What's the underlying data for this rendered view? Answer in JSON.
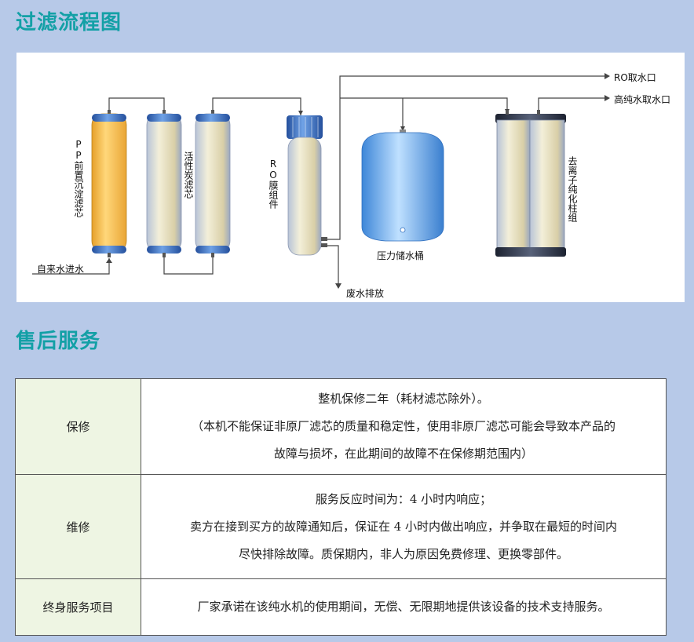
{
  "headings": {
    "process": "过滤流程图",
    "after_sales": "售后服务"
  },
  "diagram": {
    "labels": {
      "pp": "PP前置沉淀滤芯",
      "carbon": "活性炭滤芯",
      "ro_membrane": "RO膜组件",
      "tank": "压力储水桶",
      "deionizer": "去离子纯化柱组",
      "tap_inlet": "自来水进水",
      "waste": "废水排放",
      "ro_outlet": "RO取水口",
      "pure_outlet": "高纯水取水口"
    },
    "colors": {
      "pp_body": "#f6c14f",
      "column_body": "#e8e2c9",
      "cap_blue": "#3d78c6",
      "tank_blue": "#5a9fe6",
      "pipe": "#444444"
    }
  },
  "table": {
    "rows": [
      {
        "label": "保修",
        "lines": [
          "整机保修二年（耗材滤芯除外）。",
          "（本机不能保证非原厂滤芯的质量和稳定性，使用非原厂滤芯可能会导致本产品的",
          "故障与损坏，在此期间的故障不在保修期范围内）"
        ]
      },
      {
        "label": "维修",
        "lines": [
          "服务反应时间为：4 小时内响应；",
          "卖方在接到买方的故障通知后，保证在 4 小时内做出响应，并争取在最短的时间内",
          "尽快排除故障。质保期内，非人为原因免费修理、更换零部件。"
        ]
      },
      {
        "label": "终身服务项目",
        "lines": [
          "厂家承诺在该纯水机的使用期间，无偿、无限期地提供该设备的技术支持服务。"
        ]
      }
    ]
  }
}
